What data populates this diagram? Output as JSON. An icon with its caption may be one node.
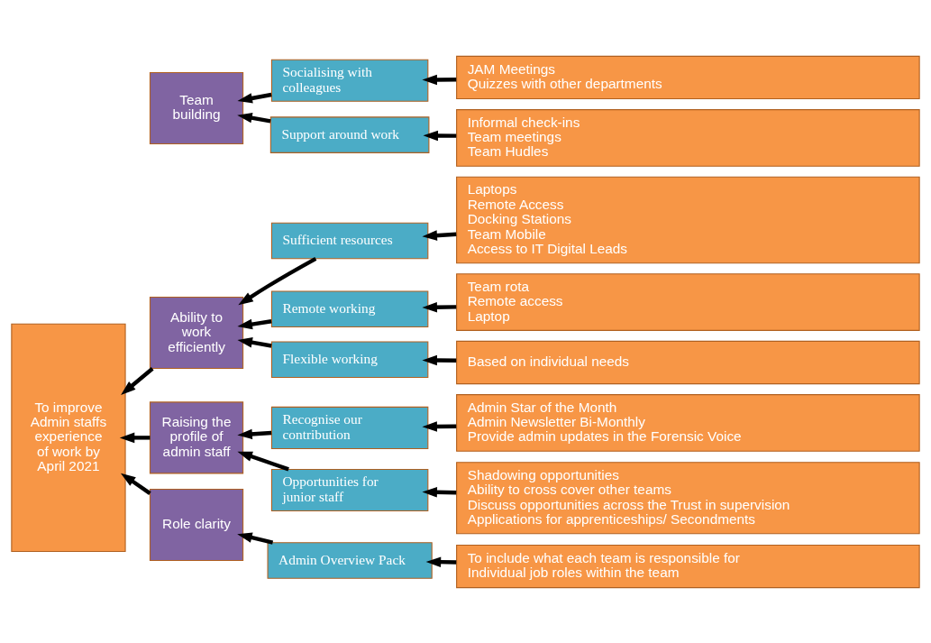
{
  "diagram": {
    "nodes": [
      {
        "text": [
          "To improve Admin staffs experience of work by April 2021"
        ]
      },
      {
        "text": [
          "Ability to work efficiently"
        ]
      },
      {
        "text": [
          "Sufficient resources"
        ]
      },
      {
        "text": [
          "Laptops",
          "Remote Access",
          "Docking Stations",
          "Team Mobile",
          "Access to IT Digital Leads"
        ]
      },
      {
        "text": [
          "Remote working"
        ]
      },
      {
        "text": [
          "Team rota",
          "Remote access",
          "Laptop"
        ]
      },
      {
        "text": [
          "Flexible working"
        ]
      },
      {
        "text": [
          "Based on individual needs"
        ]
      },
      {
        "text": [
          "Raising the profile of admin staff"
        ]
      },
      {
        "text": [
          "Recognise our contribution"
        ]
      },
      {
        "text": [
          "Admin Star of the Month",
          "Admin Newsletter Bi-Monthly",
          "Provide admin updates in the Forensic Voice"
        ]
      },
      {
        "text": [
          "Opportunities for junior staff"
        ]
      },
      {
        "text": [
          "Shadowing opportunities",
          "Ability to cross cover other teams",
          "Discuss opportunities across the Trust in supervision",
          "Applications for apprenticeships/ Secondments"
        ]
      },
      {
        "text": [
          "Role clarity"
        ]
      },
      {
        "text": [
          "Admin Overview Pack"
        ]
      },
      {
        "text": [
          "To include what each team is responsible for",
          "Individual job roles within the team"
        ]
      },
      {
        "text": [
          "Team building"
        ]
      },
      {
        "text": [
          "Socialising with colleagues"
        ]
      },
      {
        "text": [
          "JAM Meetings",
          "Quizzes with other departments"
        ]
      },
      {
        "text": [
          "Support around work"
        ]
      },
      {
        "text": [
          "Informal check-ins",
          "Team meetings",
          "Team Hudles"
        ]
      }
    ],
    "edges": [
      {
        "from": 1,
        "to": 0,
        "arrow": "to"
      },
      {
        "from": 2,
        "to": 1,
        "arrow": "to"
      },
      {
        "from": 3,
        "to": 2,
        "arrow": "to"
      },
      {
        "from": 4,
        "to": 1,
        "arrow": "to"
      },
      {
        "from": 5,
        "to": 4,
        "arrow": "to"
      },
      {
        "from": 6,
        "to": 1,
        "arrow": "to"
      },
      {
        "from": 7,
        "to": 6,
        "arrow": "to"
      },
      {
        "from": 8,
        "to": 0,
        "arrow": "to"
      },
      {
        "from": 9,
        "to": 8,
        "arrow": "to"
      },
      {
        "from": 10,
        "to": 9,
        "arrow": "to"
      },
      {
        "from": 11,
        "to": 8,
        "arrow": "to"
      },
      {
        "from": 12,
        "to": 11,
        "arrow": "to"
      },
      {
        "from": 13,
        "to": 0,
        "arrow": "to"
      },
      {
        "from": 14,
        "to": 13,
        "arrow": "to"
      },
      {
        "from": 15,
        "to": 14,
        "arrow": "to"
      },
      {
        "from": 17,
        "to": 16,
        "arrow": "to"
      },
      {
        "from": 18,
        "to": 17,
        "arrow": "to"
      },
      {
        "from": 19,
        "to": 16,
        "arrow": "to"
      },
      {
        "from": 20,
        "to": 19,
        "arrow": "to"
      }
    ]
  }
}
